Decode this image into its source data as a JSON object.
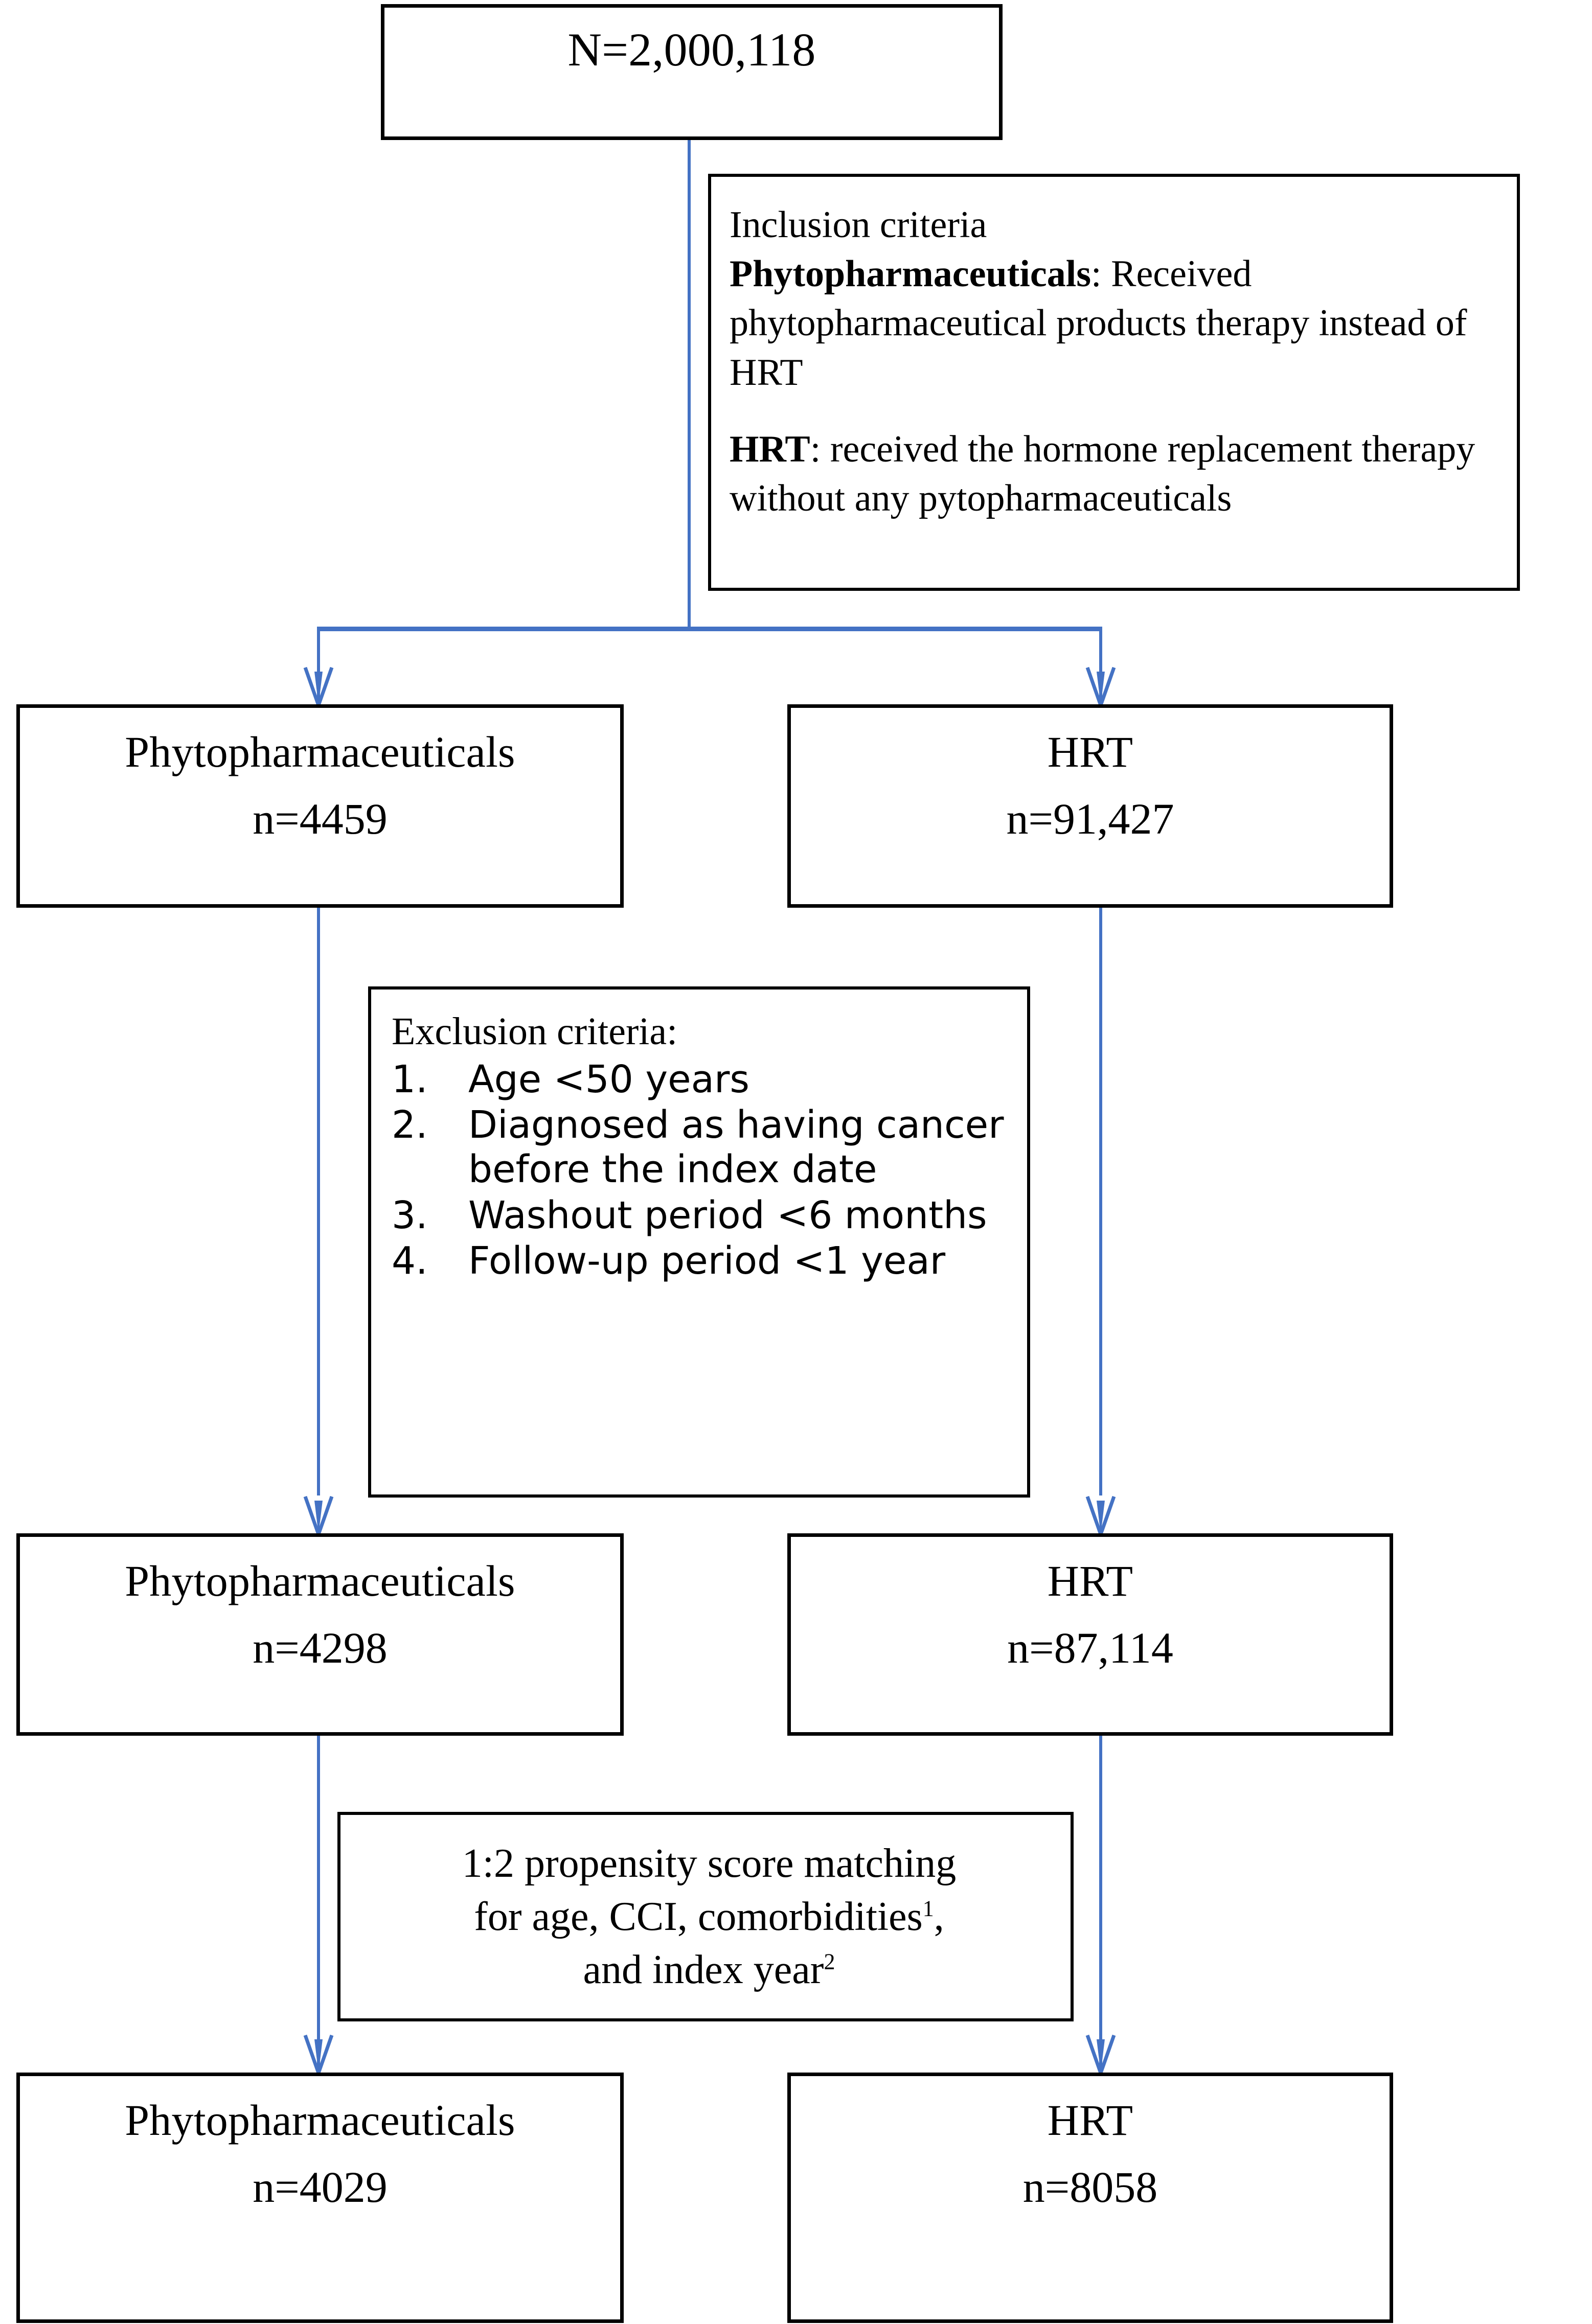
{
  "colors": {
    "connector": "#4472C4",
    "box_border": "#000000",
    "background": "#ffffff",
    "text": "#000000"
  },
  "flowchart": {
    "type": "study-flow-diagram",
    "total": {
      "label": "N=2,000,118"
    },
    "inclusion": {
      "heading": "Inclusion criteria",
      "items": [
        {
          "term": "Phytopharmaceuticals",
          "separator": ": ",
          "text": "Received phytopharmaceutical products therapy instead of HRT"
        },
        {
          "term": "HRT",
          "separator": ": ",
          "text": "received the hormone replacement therapy without any pytopharmaceuticals"
        }
      ]
    },
    "stage1": {
      "left": {
        "title": "Phytopharmaceuticals",
        "count": "n=4459"
      },
      "right": {
        "title": "HRT",
        "count": "n=91,427"
      }
    },
    "exclusion": {
      "heading": "Exclusion criteria:",
      "items": [
        {
          "num": "1.",
          "text": "Age <50 years"
        },
        {
          "num": "2.",
          "text": "Diagnosed as having cancer before the index date"
        },
        {
          "num": "3.",
          "text": "Washout period <6 months"
        },
        {
          "num": "4.",
          "text": "Follow-up period <1 year"
        }
      ]
    },
    "stage2": {
      "left": {
        "title": "Phytopharmaceuticals",
        "count": "n=4298"
      },
      "right": {
        "title": "HRT",
        "count": "n=87,114"
      }
    },
    "matching": {
      "line1": "1:2 propensity score matching",
      "line2_prefix": "for age, CCI, comorbidities",
      "line2_sup": "1",
      "line2_suffix": ",",
      "line3_prefix": "and index year",
      "line3_sup": "2"
    },
    "stage3": {
      "left": {
        "title": "Phytopharmaceuticals",
        "count": "n=4029"
      },
      "right": {
        "title": "HRT",
        "count": "n=8058"
      }
    }
  }
}
